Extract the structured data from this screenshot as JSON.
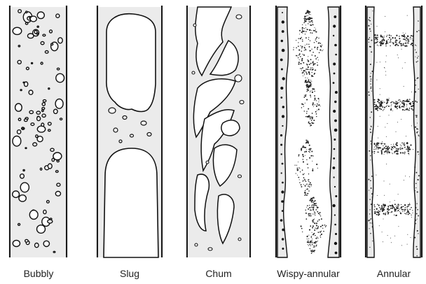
{
  "labels": {
    "bubbly": "Bubbly",
    "slug": "Slug",
    "churn": "Chum",
    "wispy": "Wispy-annular",
    "annular": "Annular"
  },
  "colors": {
    "liquid_shade": "#ebebeb",
    "wall": "#1a1a1a",
    "ink": "#111111",
    "gas": "#ffffff"
  }
}
